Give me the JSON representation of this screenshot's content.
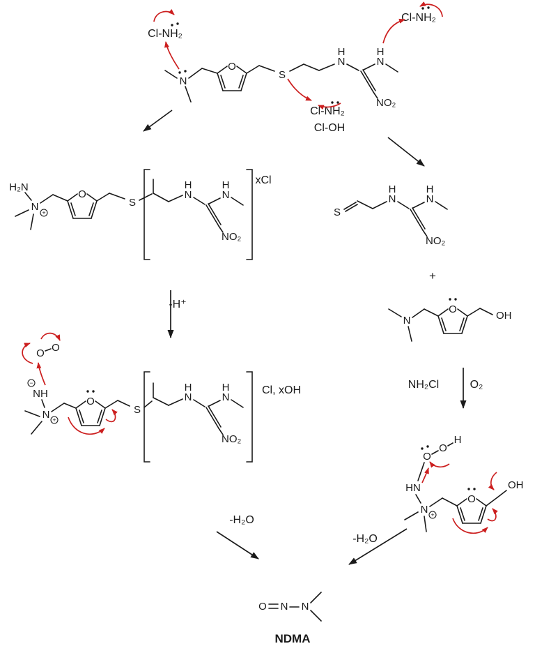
{
  "colors": {
    "bond": "#1a1a1a",
    "mech_arrow": "#cc1f1f",
    "background": "#ffffff"
  },
  "atoms": {
    "N": "N",
    "H": "H",
    "O": "O",
    "S": "S",
    "OH": "OH",
    "NH": "NH",
    "HN": "HN",
    "H2N": "H₂N",
    "NO2": "NO₂"
  },
  "charges": {
    "plus": "+",
    "minus": "−"
  },
  "annotations": {
    "chloramine": "Cl-NH₂",
    "chlorol": "Cl-OH",
    "x_cl": "xCl",
    "minus_h": "-H⁺",
    "cl_x_oh": "Cl, xOH",
    "plus_sign": "+",
    "nh2cl": "NH₂Cl",
    "o2": "O₂",
    "minus_h2o": "-H₂O",
    "product_name": "NDMA"
  }
}
